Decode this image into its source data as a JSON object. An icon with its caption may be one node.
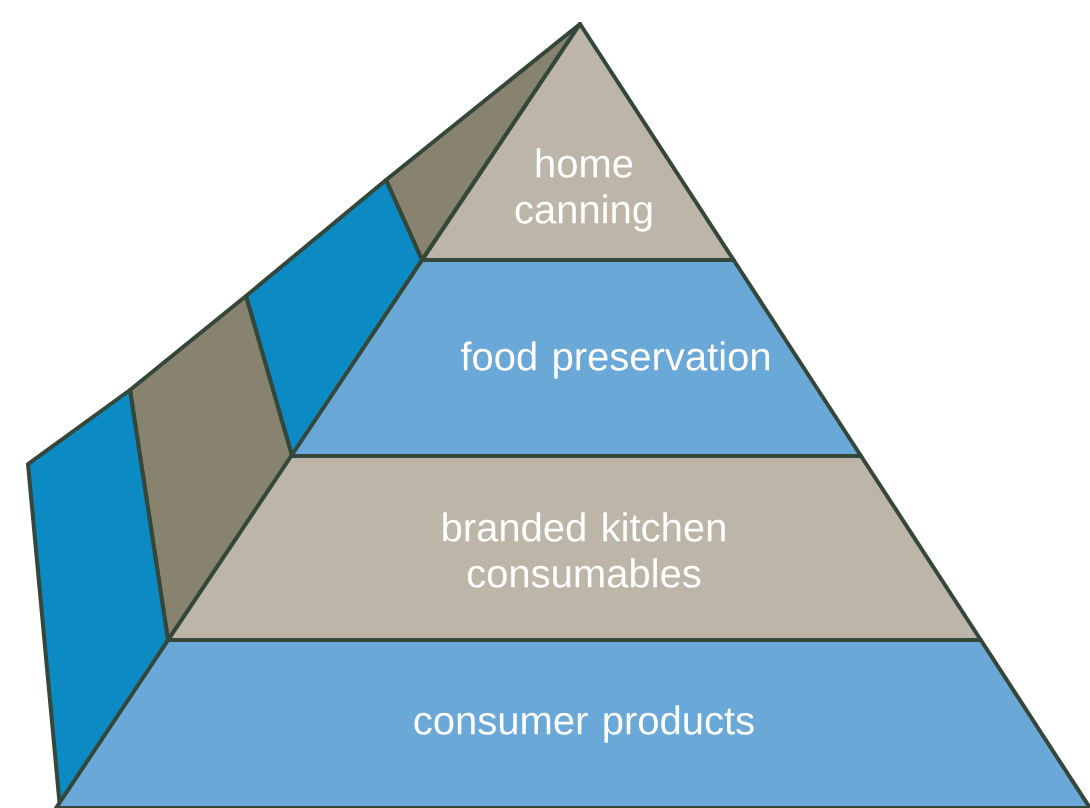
{
  "diagram": {
    "nodes": [
      {
        "text": [
          "home canning"
        ]
      },
      {
        "text": [
          "food preservation"
        ]
      },
      {
        "text": [
          "branded kitchen consumables"
        ]
      },
      {
        "text": [
          "consumer products"
        ]
      }
    ]
  }
}
